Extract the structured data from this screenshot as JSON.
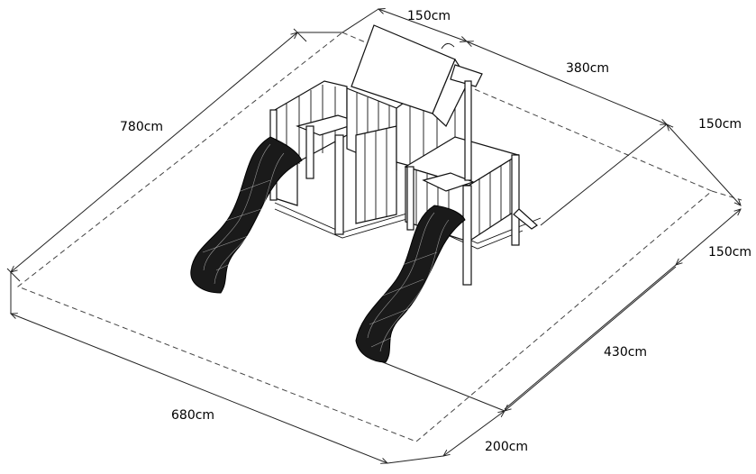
{
  "dimensions": {
    "d150_top": "150cm",
    "d380": "380cm",
    "d780": "780cm",
    "d150_right_a": "150cm",
    "d150_right_b": "150cm",
    "d430": "430cm",
    "d680": "680cm",
    "d200": "200cm"
  }
}
